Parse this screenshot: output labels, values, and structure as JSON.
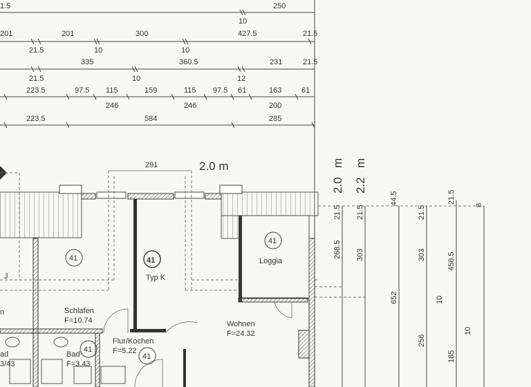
{
  "dimensions_top": {
    "row1": {
      "above": [
        "1.5",
        "250"
      ],
      "below": [
        "10"
      ]
    },
    "row2": {
      "above": [
        "201",
        "201",
        "300",
        "427.5",
        "21.5"
      ],
      "below": [
        "21.5",
        "10",
        "10"
      ]
    },
    "row3": {
      "above": [
        "335",
        "360.5",
        "231",
        "21.5"
      ],
      "below": [
        "21.5",
        "10",
        "12"
      ]
    },
    "row4": {
      "above": [
        "223.5",
        "97.5",
        "115",
        "159",
        "115",
        "97.5",
        "61",
        "163",
        "61"
      ],
      "below": [
        "246",
        "246",
        "200"
      ]
    },
    "row5": {
      "above": [
        "223.5",
        "584",
        "285"
      ]
    }
  },
  "dimensions_right": [
    "m",
    "m",
    "2.0",
    "2.2",
    "21.5",
    "21.5",
    "268.5",
    "303",
    "44.5",
    "21.5",
    "303",
    "652",
    "10",
    "256",
    "21.5",
    "458.5",
    "10",
    "185",
    "8"
  ],
  "plan_labels": {
    "window_width": "291",
    "height_line": "2.0 m",
    "type_number": "41",
    "type_label": "Typ K",
    "markers": [
      "41",
      "41",
      "41",
      "41"
    ],
    "partial_room_1": "J",
    "partial_room_2": "n",
    "partial_bad": "ad",
    "partial_bad_area": "3/43"
  },
  "rooms": [
    {
      "name": "Schlafen",
      "area": "F=10.74"
    },
    {
      "name": "Flur/Kochen",
      "area": "F=5.22"
    },
    {
      "name": "Bad",
      "area": "F=3.43"
    },
    {
      "name": "Wohnen",
      "area": "F=24.32"
    },
    {
      "name": "Loggia",
      "area": ""
    }
  ]
}
